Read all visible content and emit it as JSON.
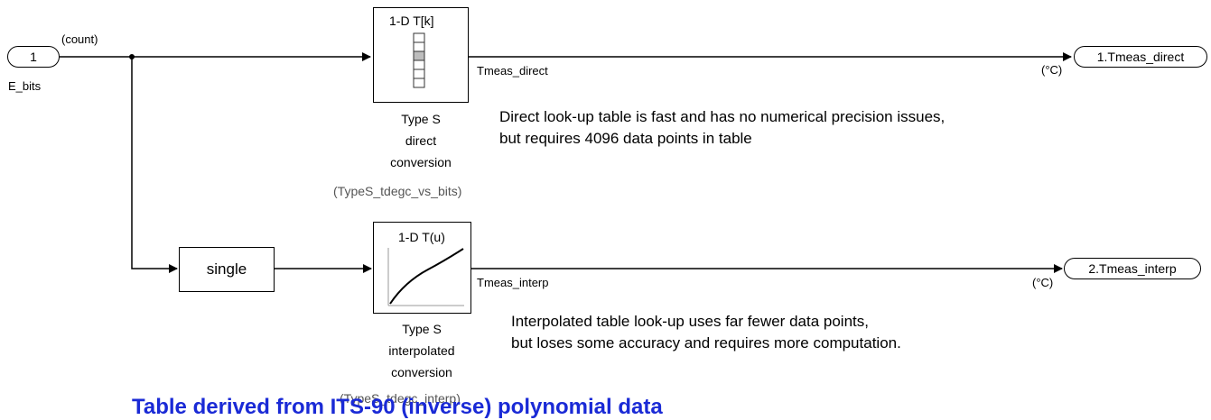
{
  "inport": {
    "number": "1",
    "name": "E_bits",
    "signal_unit": "(count)"
  },
  "lookup_direct": {
    "icon_text": "1-D T[k]",
    "name_lines": [
      "Type S",
      "direct",
      "conversion"
    ],
    "parameter": "(TypeS_tdegc_vs_bits)",
    "output_signal": "Tmeas_direct",
    "unit": "(°C)"
  },
  "convert_block": {
    "label": "single"
  },
  "lookup_interp": {
    "icon_text": "1-D T(u)",
    "name_lines": [
      "Type S",
      "interpolated",
      "conversion"
    ],
    "parameter": "(TypeS_tdegc_interp)",
    "output_signal": "Tmeas_interp",
    "unit": "(°C)"
  },
  "outports": [
    {
      "label": "1.Tmeas_direct"
    },
    {
      "label": "2.Tmeas_interp"
    }
  ],
  "notes": {
    "direct": [
      "Direct look-up table is fast and has no numerical precision issues,",
      "but requires 4096 data points in table"
    ],
    "interp": [
      "Interpolated table look-up uses far fewer data points,",
      "but loses some accuracy and requires more computation."
    ]
  },
  "footer_text": "Table derived from ITS-90 (inverse) polynomial data",
  "colors": {
    "footer": "#1a2ad6",
    "line": "#000000"
  }
}
